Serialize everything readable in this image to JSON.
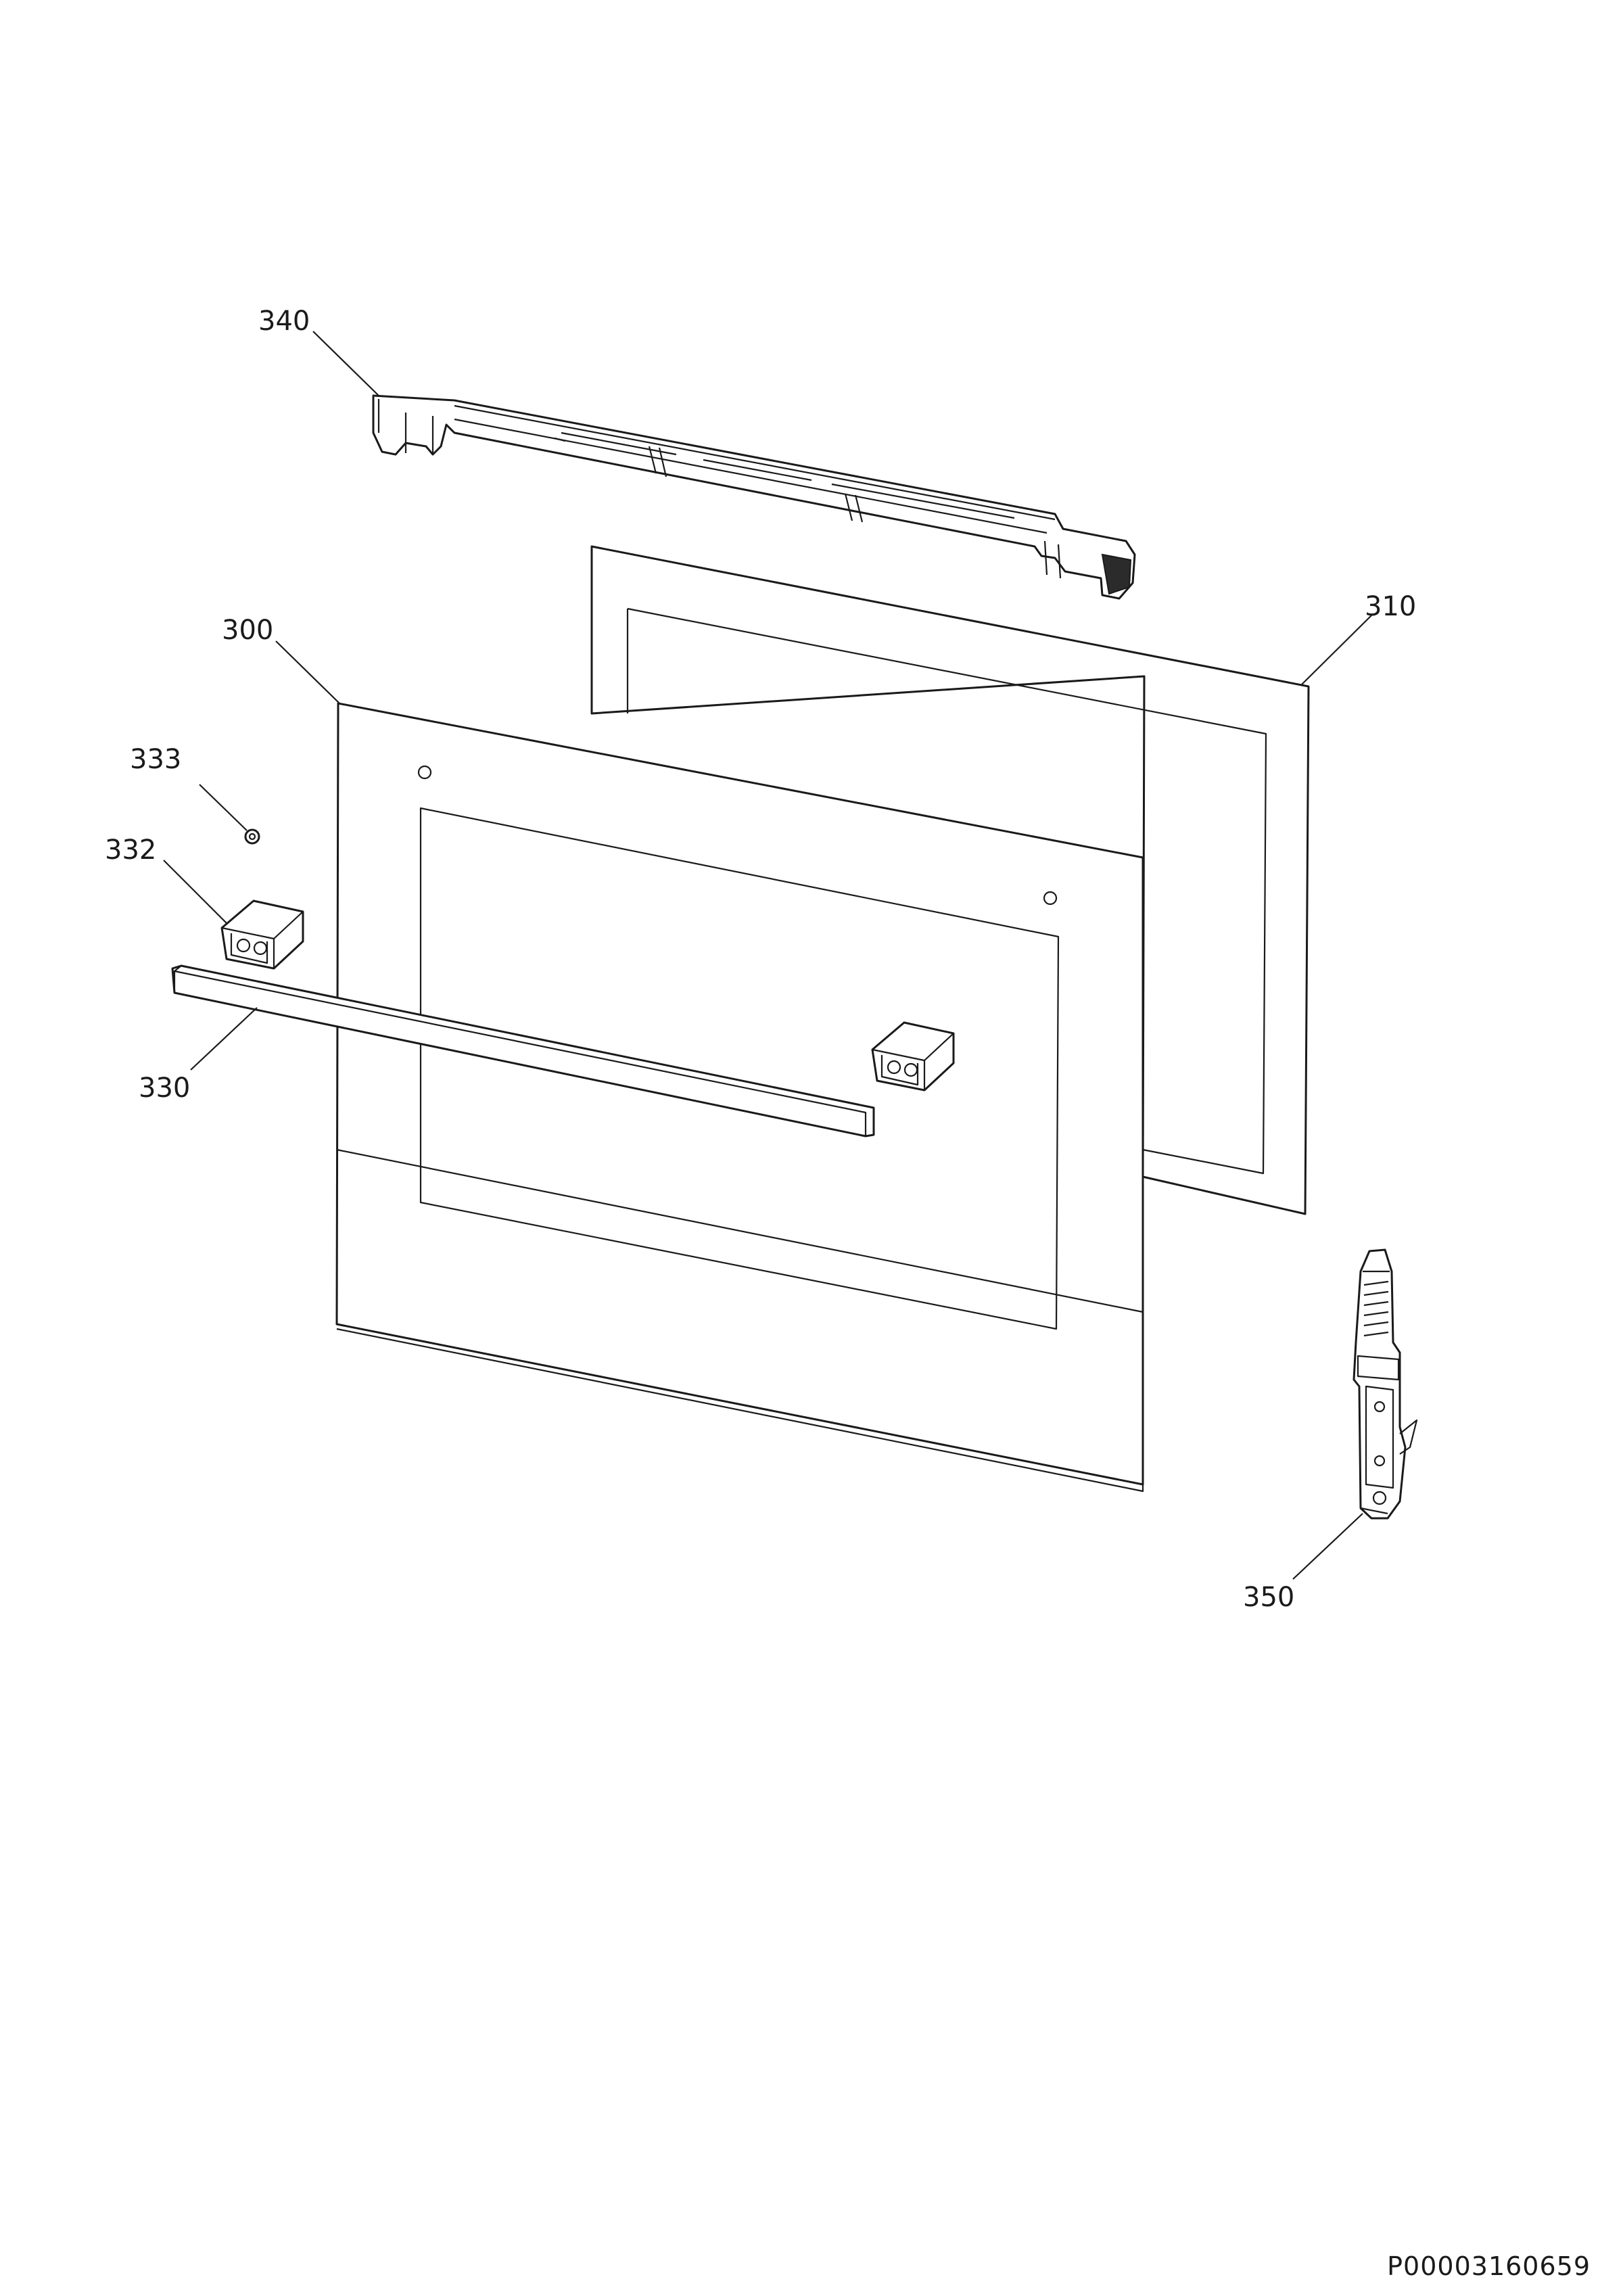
{
  "callouts": {
    "c340": "340",
    "c310": "310",
    "c300": "300",
    "c333": "333",
    "c332": "332",
    "c330": "330",
    "c350": "350"
  },
  "document_id": "P00003160659"
}
